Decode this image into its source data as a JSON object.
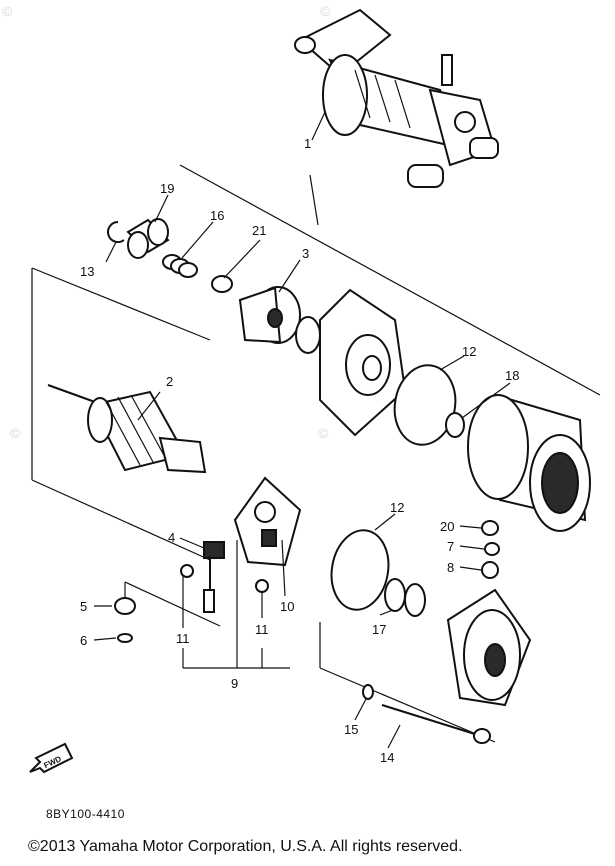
{
  "diagram": {
    "callouts": [
      "1",
      "2",
      "3",
      "4",
      "5",
      "6",
      "7",
      "8",
      "9",
      "10",
      "11",
      "11",
      "12",
      "12",
      "13",
      "14",
      "15",
      "16",
      "17",
      "18",
      "19",
      "20",
      "21"
    ],
    "direction_label": "FWD",
    "drawing_code": "8BY100-4410",
    "copyright": "©2013  Yamaha Motor Corporation, U.S.A. All rights reserved.",
    "watermark_symbol": "©",
    "colors": {
      "ink": "#111111",
      "paper": "#ffffff"
    }
  }
}
